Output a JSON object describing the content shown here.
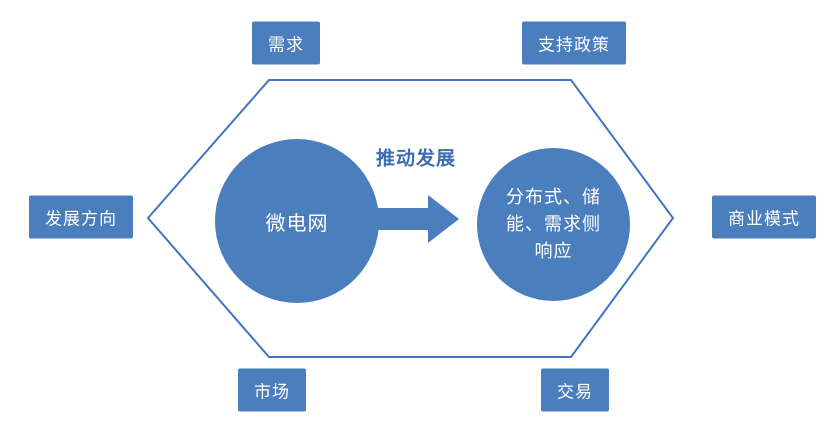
{
  "diagram": {
    "title": "",
    "type": "hexagon-relationship-diagram",
    "labels": {
      "top_left": "需求",
      "top_right": "支持政策",
      "left": "发展方向",
      "right": "商业模式",
      "bottom_left": "市场",
      "bottom_right": "交易"
    },
    "center": {
      "left_circle": "微电网",
      "arrow_label": "推动发展",
      "right_circle": "分布式、储能、需求侧响应"
    },
    "colors": {
      "shape_fill": "#4a7ebc",
      "hexagon_stroke": "#4472c4",
      "hexagon_fill": "#ffffff",
      "arrow_fill": "#4a7ebc",
      "text_on_blue": "#ffffff",
      "arrow_label_color": "#3b6eb5",
      "background": "#ffffff"
    }
  }
}
